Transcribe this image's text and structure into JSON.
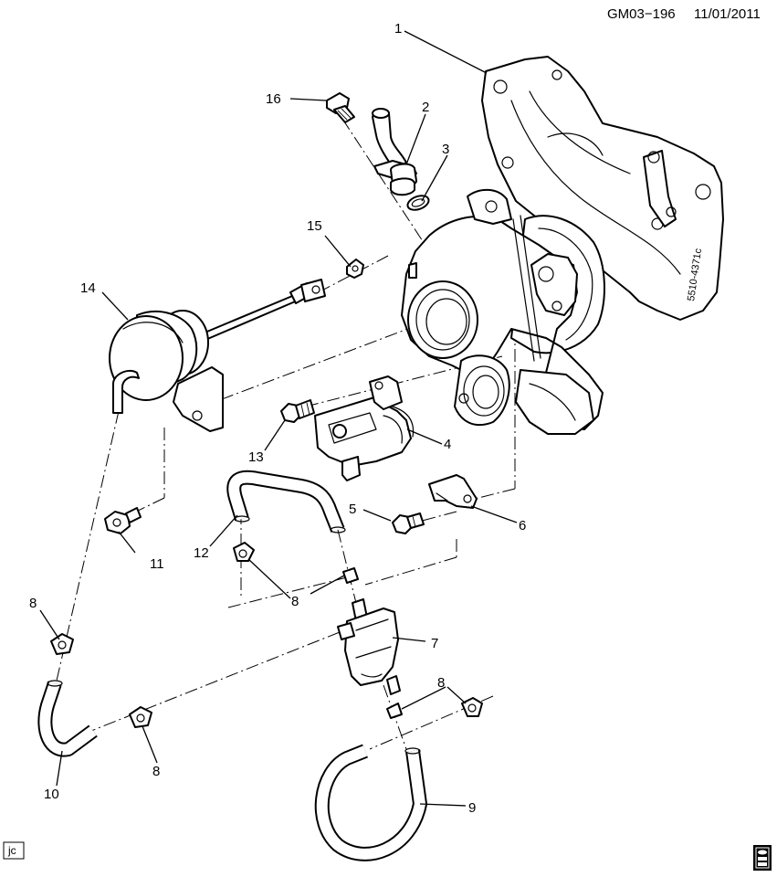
{
  "header": {
    "doc_code": "GM03−196",
    "date": "11/01/2011"
  },
  "callouts": {
    "c1": "1",
    "c2": "2",
    "c3": "3",
    "c4": "4",
    "c5": "5",
    "c6": "6",
    "c7": "7",
    "c8a": "8",
    "c8b": "8",
    "c8c": "8",
    "c8d": "8",
    "c9": "9",
    "c10": "10",
    "c11": "11",
    "c12": "12",
    "c13": "13",
    "c14": "14",
    "c15": "15",
    "c16": "16"
  },
  "footer": {
    "artist_initials": "jc",
    "logo_text": "gm spo"
  }
}
